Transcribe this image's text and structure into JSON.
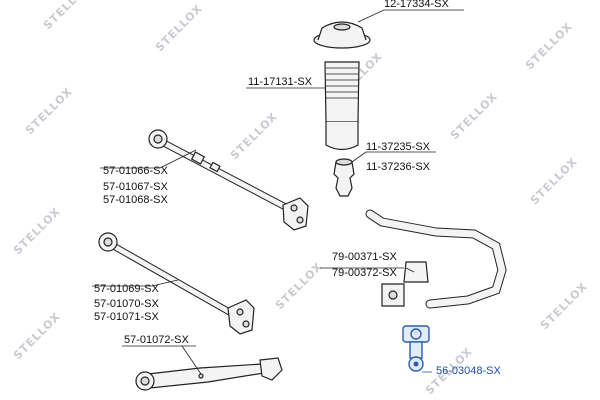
{
  "watermark": {
    "text": "STELLOX"
  },
  "parts": {
    "top_mount": "12-17334-SX",
    "dust_boot": "11-17131-SX",
    "bump_stop_1": "11-37235-SX",
    "bump_stop_2": "11-37236-SX",
    "arm_a_1": "57-01066-SX",
    "arm_a_2": "57-01067-SX",
    "arm_a_3": "57-01068-SX",
    "arm_b_1": "57-01069-SX",
    "arm_b_2": "57-01070-SX",
    "arm_b_3": "57-01071-SX",
    "arm_c": "57-01072-SX",
    "stab_bush_1": "79-00371-SX",
    "stab_bush_2": "79-00372-SX",
    "stab_link": "56-03048-SX"
  },
  "colors": {
    "highlight": "#2a5db0",
    "ink": "#222222",
    "watermark": "#c9cbd1"
  }
}
